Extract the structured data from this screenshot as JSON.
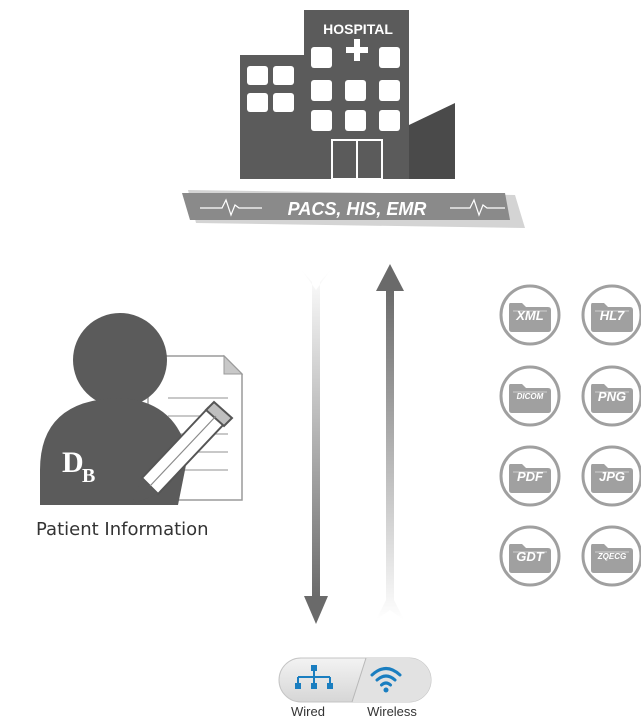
{
  "hospital": {
    "sign": "HOSPITAL",
    "systems": "PACS, HIS, EMR"
  },
  "patient": {
    "label": "Patient Information",
    "logo_letter_1": "D",
    "logo_letter_2": "B"
  },
  "formats": [
    "XML",
    "HL7",
    "DICOM",
    "PNG",
    "PDF",
    "JPG",
    "GDT",
    "ZQECG"
  ],
  "connection": {
    "wired": "Wired",
    "wireless": "Wireless"
  },
  "colors": {
    "building": "#5b5b5b",
    "building_dark": "#4a4a4a",
    "icon_gray": "#a0a0a0",
    "accent_blue": "#1a7ec0"
  }
}
